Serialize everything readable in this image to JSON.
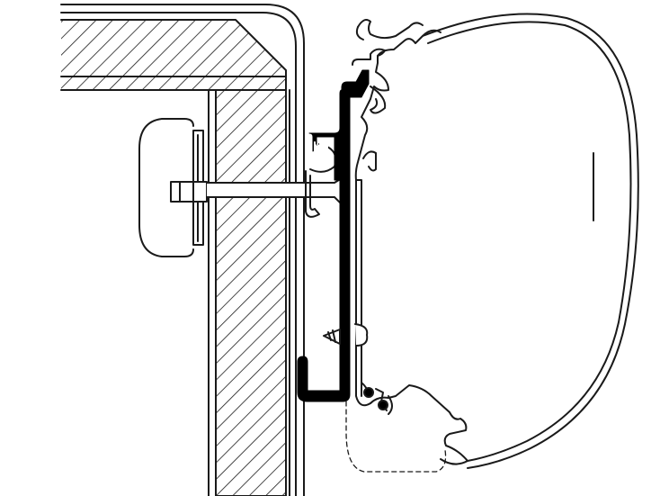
{
  "diagram": {
    "colors": {
      "line": "#1a1a1a",
      "background": "#ffffff",
      "bracket_fill": "#000000"
    },
    "components": [
      "wall-ceiling",
      "wall-side",
      "knob",
      "bolt",
      "adapter-bracket",
      "awning-rail-profile",
      "awning-cassette",
      "screw",
      "retaining-clip"
    ]
  }
}
